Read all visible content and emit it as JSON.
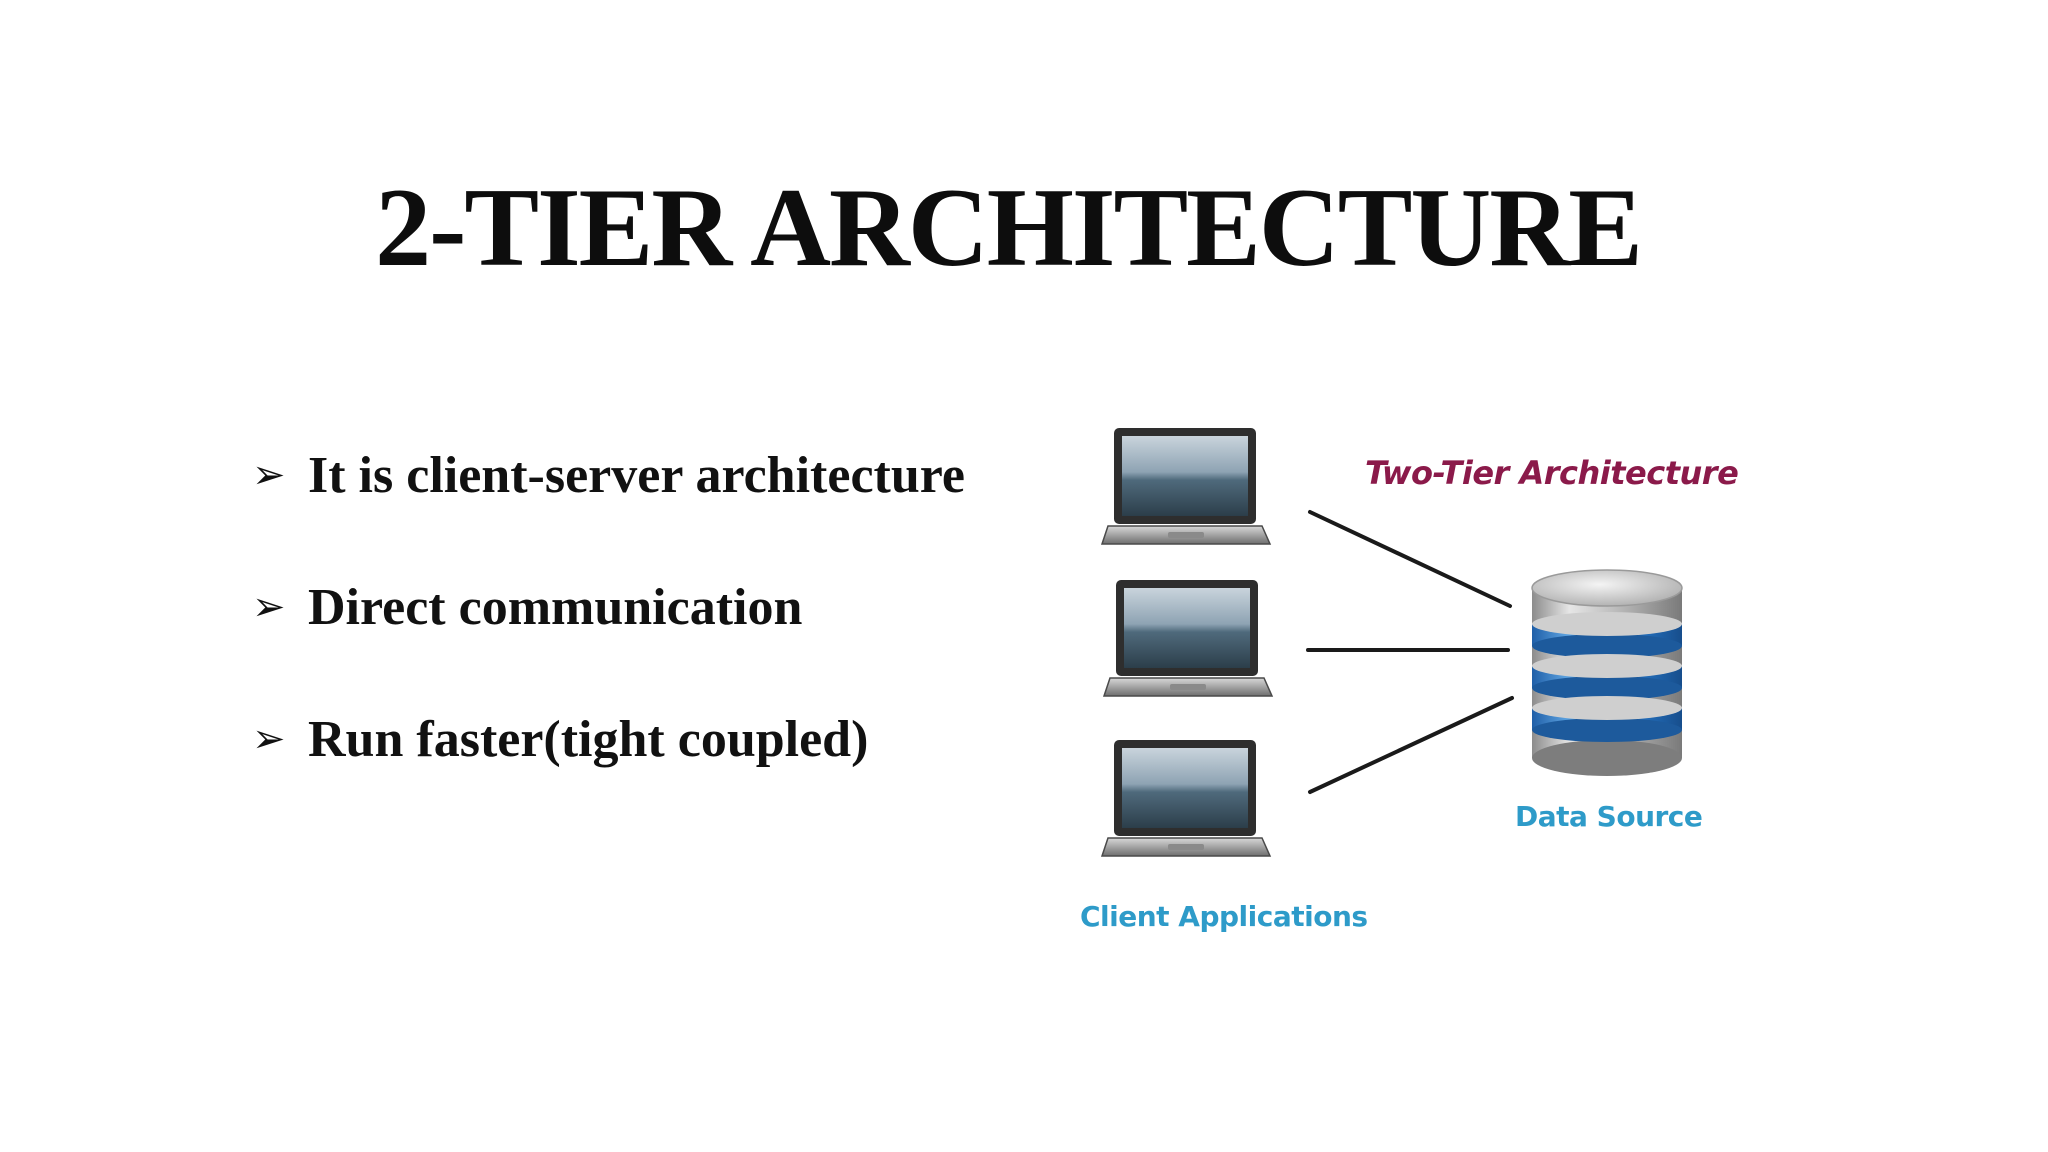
{
  "slide": {
    "title": "2-TIER ARCHITECTURE",
    "bullets": [
      {
        "marker": "➢",
        "text": "It is client-server architecture"
      },
      {
        "marker": "➢",
        "text": "Direct communication"
      },
      {
        "marker": "➢",
        "text": "Run faster(tight coupled)"
      }
    ]
  },
  "diagram": {
    "title": "Two-Tier Architecture",
    "data_source_label": "Data Source",
    "clients_label": "Client Applications",
    "client_count": 3,
    "icons": {
      "client": "laptop-icon",
      "server": "database-icon"
    },
    "colors": {
      "title": "#8b1a4a",
      "labels": "#2e9bc9",
      "connector": "#1a1a1a",
      "db_band": "#2a7fd4"
    }
  }
}
